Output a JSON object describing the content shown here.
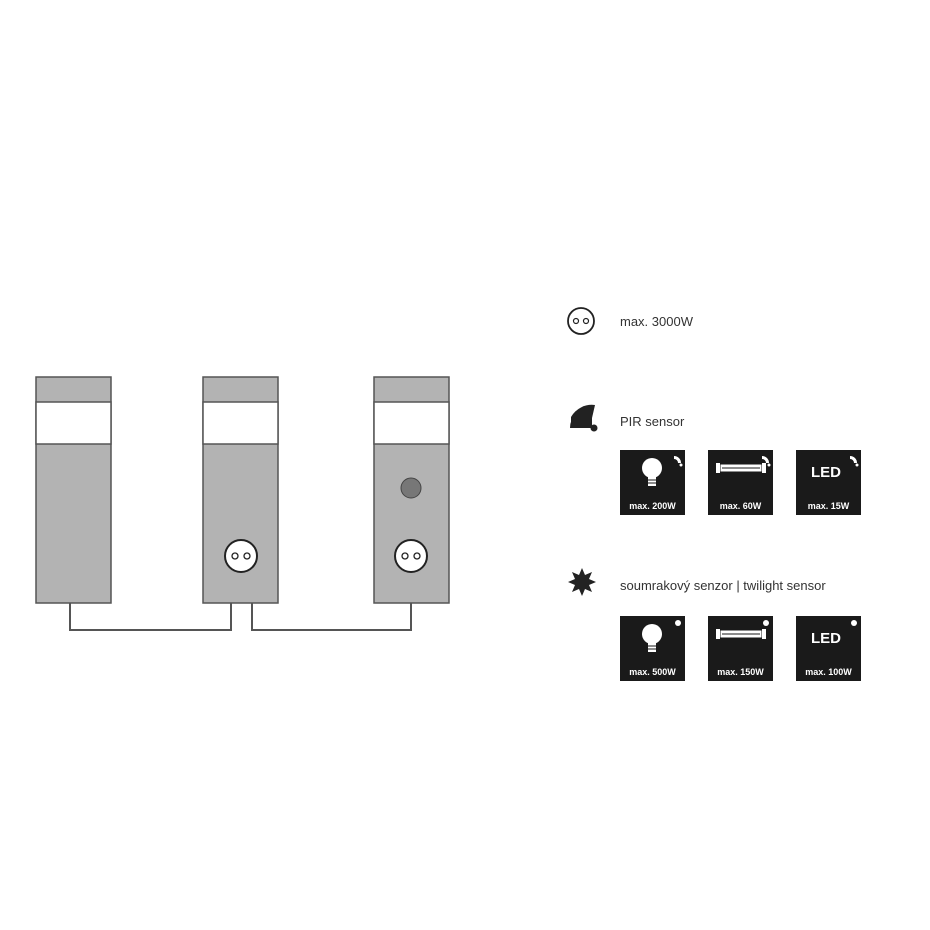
{
  "colors": {
    "post_fill": "#b3b3b3",
    "post_stroke": "#555555",
    "window_fill": "#ffffff",
    "wire": "#555555",
    "sensor_dot": "#777777",
    "badge_bg": "#1a1a1a",
    "text": "#333333"
  },
  "posts": [
    {
      "name": "post-plain",
      "has_socket": false,
      "has_sensor": false
    },
    {
      "name": "post-socket",
      "has_socket": true,
      "has_sensor": false
    },
    {
      "name": "post-socket-sensor",
      "has_socket": true,
      "has_sensor": true
    }
  ],
  "legend": {
    "socket": {
      "icon": "socket-icon",
      "label": "max. 3000W"
    },
    "pir": {
      "icon": "pir-sensor-icon",
      "label": "PIR sensor"
    },
    "twilight": {
      "icon": "twilight-sensor-icon",
      "label": "soumrakový senzor | twilight sensor"
    }
  },
  "pir_badges": [
    {
      "icon": "bulb-icon",
      "text": "max. 200W"
    },
    {
      "icon": "tube-lamp-icon",
      "text": "max. 60W"
    },
    {
      "icon": "led-icon",
      "led": "LED",
      "text": "max. 15W"
    }
  ],
  "twilight_badges": [
    {
      "icon": "bulb-icon",
      "text": "max. 500W"
    },
    {
      "icon": "tube-lamp-icon",
      "text": "max. 150W"
    },
    {
      "icon": "led-icon",
      "led": "LED",
      "text": "max. 100W"
    }
  ]
}
